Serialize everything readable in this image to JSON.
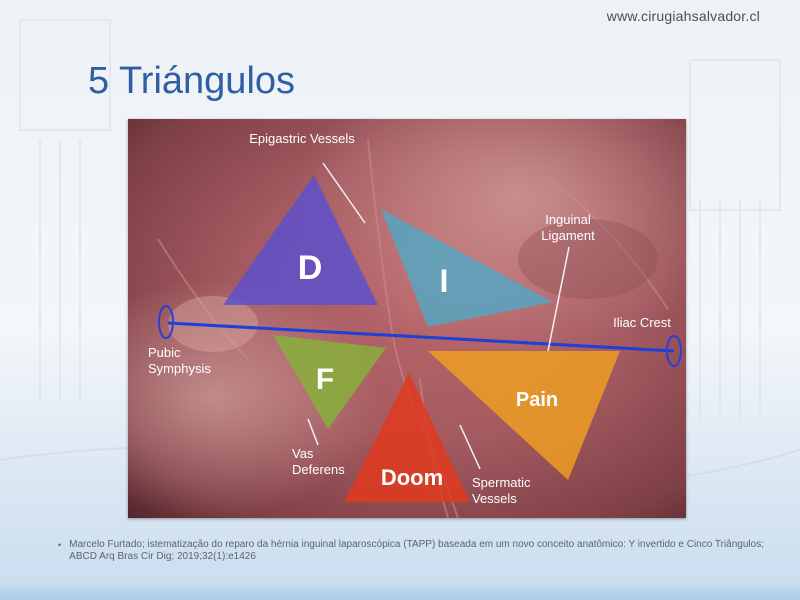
{
  "header": {
    "site_url": "www.cirugiahsalvador.cl"
  },
  "slide": {
    "title": "5 Triángulos"
  },
  "figure": {
    "triangles": [
      {
        "id": "D",
        "label": "D",
        "color": "#5b4fd0"
      },
      {
        "id": "I",
        "label": "I",
        "color": "#4fa9c6"
      },
      {
        "id": "F",
        "label": "F",
        "color": "#86b23a"
      },
      {
        "id": "Doom",
        "label": "Doom",
        "color": "#e03a1e"
      },
      {
        "id": "Pain",
        "label": "Pain",
        "color": "#f0a020"
      }
    ],
    "annotations": {
      "epigastric": "Epigastric Vessels",
      "inguinal_1": "Inguinal",
      "inguinal_2": "Ligament",
      "iliac": "Iliac Crest",
      "pubic_1": "Pubic",
      "pubic_2": "Symphysis",
      "vas_1": "Vas",
      "vas_2": "Deferens",
      "spermatic_1": "Spermatic",
      "spermatic_2": "Vessels"
    },
    "line_color": "#1e3fd8"
  },
  "footnote": {
    "bullet": "•",
    "text": "Marcelo Furtado; istematização do reparo da hérnia inguinal laparoscópica (TAPP) baseada em um novo conceito anatômico: Y invertido e Cinco Triângulos; ABCD Arq Bras Cir Dig; 2019;32(1):e1426"
  }
}
